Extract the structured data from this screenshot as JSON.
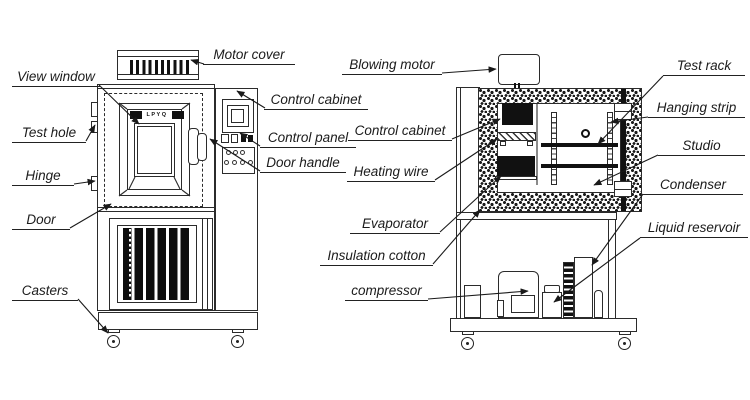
{
  "diagram": {
    "left_view": {
      "brand": "LPYQ",
      "labels": {
        "motor_cover": "Motor cover",
        "view_window": "View window",
        "test_hole": "Test hole",
        "hinge": "Hinge",
        "door": "Door",
        "casters": "Casters",
        "control_cabinet": "Control cabinet",
        "control_panel": "Control panel",
        "door_handle": "Door handle"
      }
    },
    "right_view": {
      "labels": {
        "blowing_motor": "Blowing motor",
        "control_cabinet": "Control cabinet",
        "heating_wire": "Heating wire",
        "evaporator": "Evaporator",
        "insulation_cotton": "Insulation cotton",
        "compressor": "compressor",
        "test_rack": "Test rack",
        "hanging_strip": "Hanging strip",
        "studio": "Studio",
        "condenser": "Condenser",
        "liquid_reservoir": "Liquid reservoir"
      }
    },
    "colors": {
      "line": "#2b2b2b",
      "fill_dark": "#111111",
      "background": "#ffffff"
    }
  }
}
